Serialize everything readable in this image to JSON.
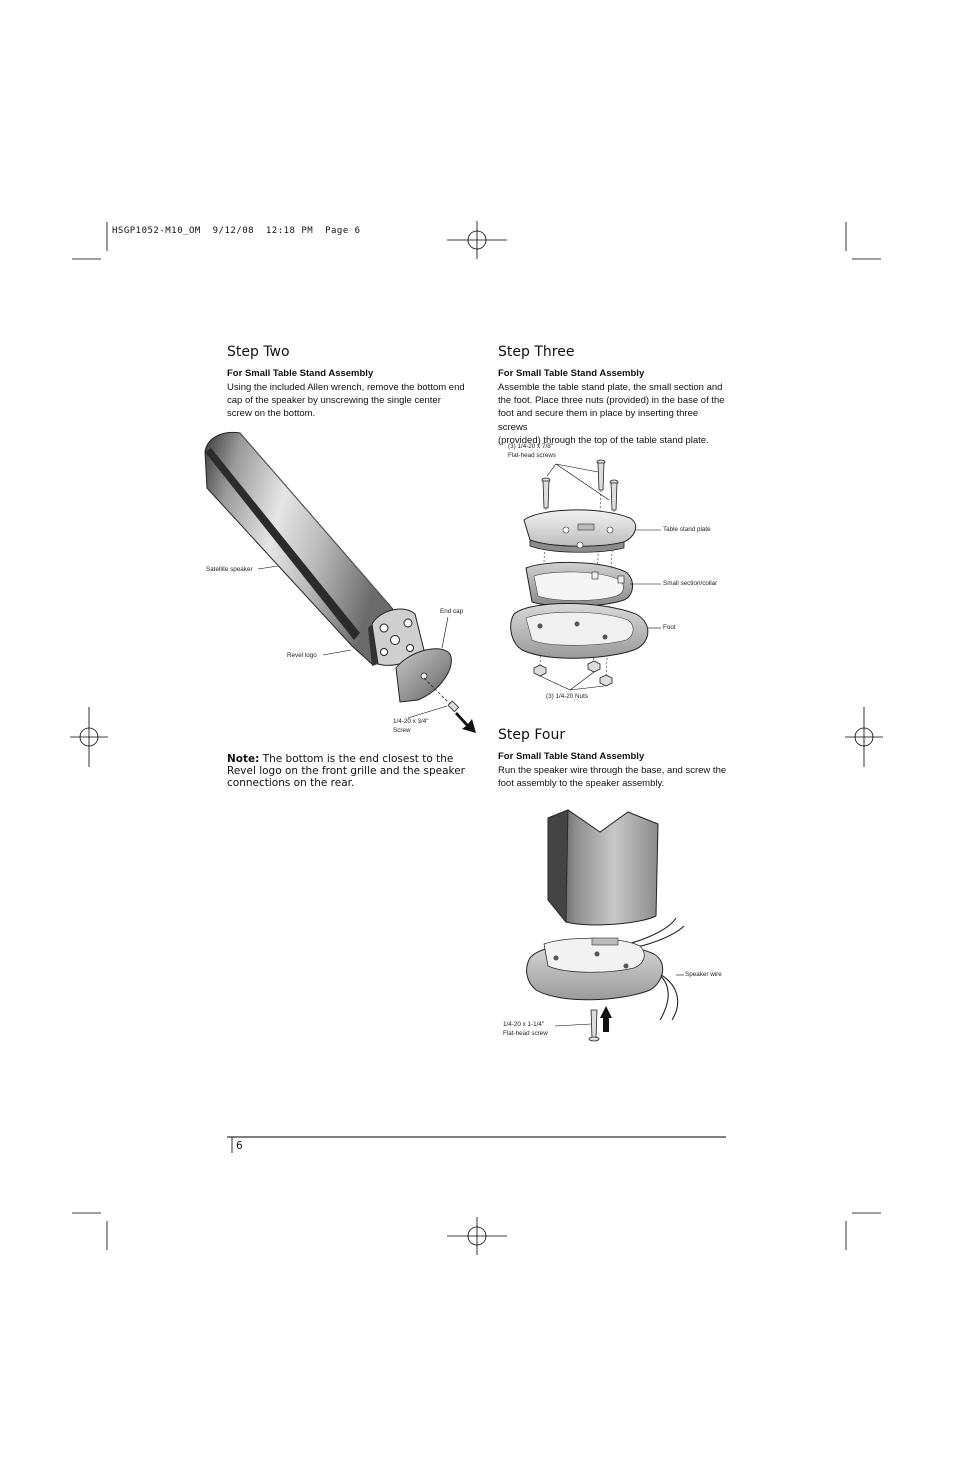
{
  "slug_line": "HSGP1052-M10_OM  9/12/08  12:18 PM  Page 6",
  "page_number": "6",
  "step_two": {
    "title": "Step Two",
    "subtitle": "For Small Table Stand Assembly",
    "body_lines": [
      "Using the included Allen wrench, remove the bottom end",
      "cap of the speaker by unscrewing the single center",
      "screw on the bottom."
    ],
    "labels": {
      "satellite_speaker": "Satellite speaker",
      "end_cap": "End cap",
      "revel_logo": "Revel logo",
      "screw_line1": "1/4-20 x 3/4\"",
      "screw_line2": "Screw"
    },
    "note_label": "Note:",
    "note_lines": [
      " The bottom is the end closest to the",
      "Revel logo on the front grille and the speaker",
      "connections on the rear."
    ]
  },
  "step_three": {
    "title": "Step Three",
    "subtitle": "For Small Table Stand Assembly",
    "body_lines": [
      "Assemble the table stand plate, the small section and",
      "the foot. Place three nuts (provided) in the base of the",
      "foot and secure them in place by inserting three screws",
      "(provided) through the top of the table stand plate."
    ],
    "labels": {
      "screws_line1": "(3) 1/4-20 x 7/8\"",
      "screws_line2": "Flat-head screws",
      "table_stand_plate": "Table stand plate",
      "small_section": "Small section/collar",
      "foot": "Foot",
      "nuts": "(3) 1/4-20 Nuts"
    }
  },
  "step_four": {
    "title": "Step Four",
    "subtitle": "For Small Table Stand Assembly",
    "body_lines": [
      "Run the speaker wire through the base, and screw the",
      "foot assembly to the speaker assembly."
    ],
    "labels": {
      "speaker_wire": "Speaker wire",
      "screw_line1": "1/4-20 x 1-1/4\"",
      "screw_line2": "Flat-head screw"
    }
  }
}
